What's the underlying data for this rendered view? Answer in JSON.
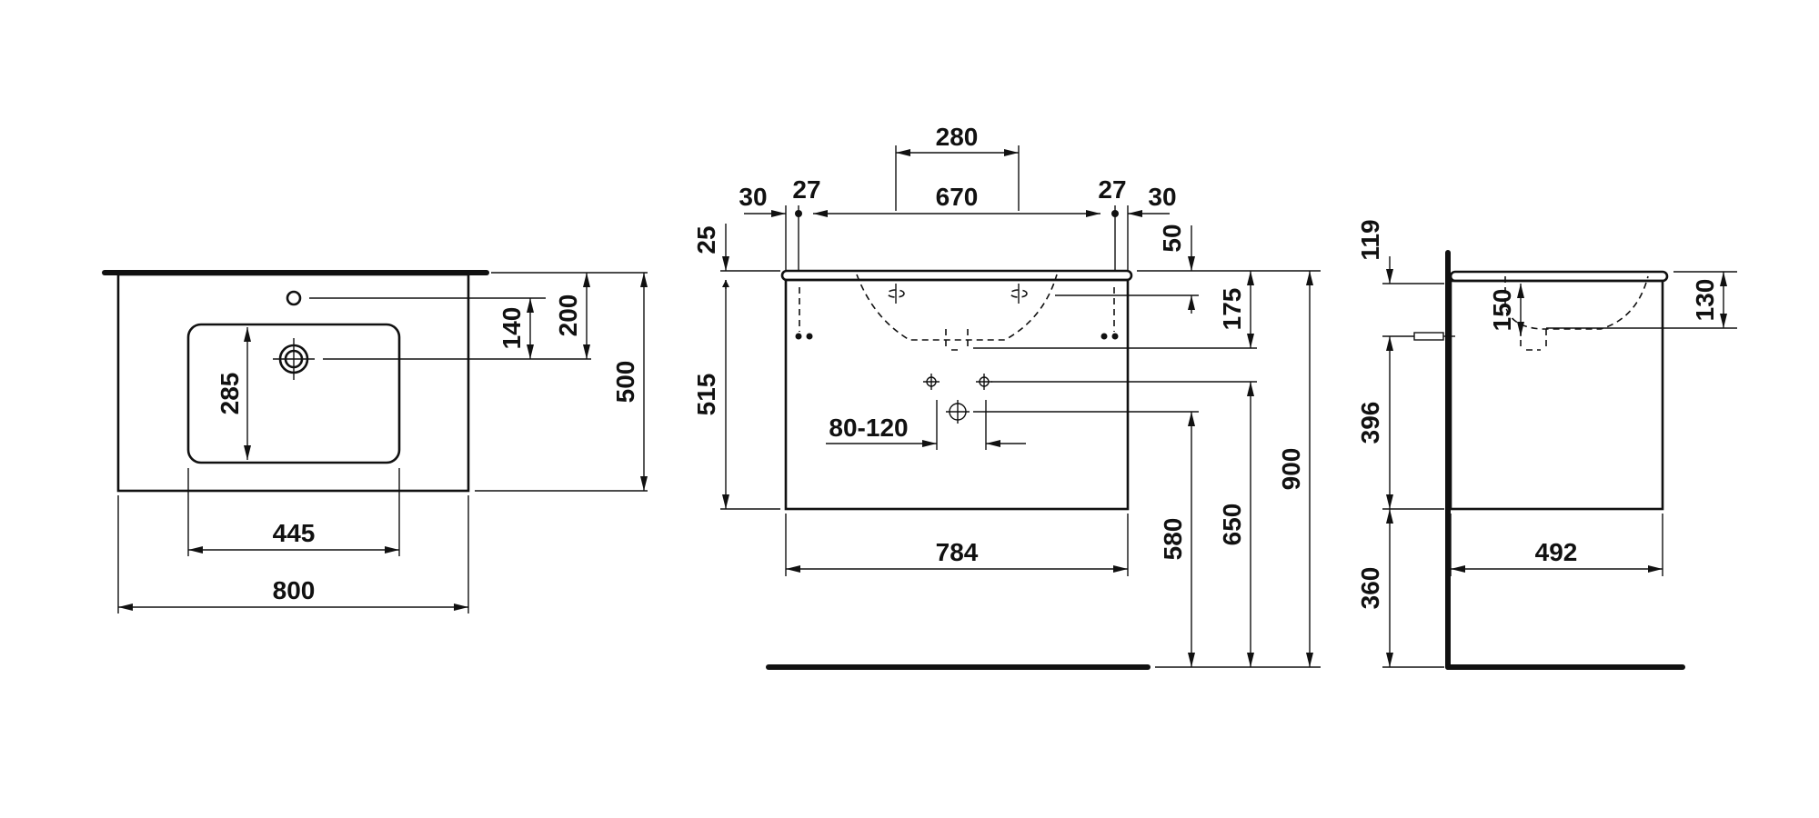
{
  "colors": {
    "line": "#111111",
    "background": "#ffffff"
  },
  "top_view": {
    "width_overall": "800",
    "width_basin": "445",
    "depth_overall": "500",
    "tap_to_edge": "200",
    "tap_to_drain": "140",
    "basin_depth": "285"
  },
  "front_view": {
    "tap_spacing": "280",
    "left_edge_offset": "30",
    "left_hole_offset": "27",
    "inner_width": "670",
    "right_hole_offset": "27",
    "right_edge_offset": "30",
    "top_thickness": "25",
    "top_to_holes": "50",
    "basin_height": "175",
    "cabinet_height": "515",
    "drain_range": "80-120",
    "cabinet_width": "784",
    "outlet_height": "580",
    "supply_height": "650",
    "total_height": "900"
  },
  "side_view": {
    "top_height": "119",
    "basin_depth": "150",
    "overflow_height": "130",
    "cabinet_depth_height": "396",
    "floor_clearance": "360",
    "cabinet_depth": "492"
  }
}
